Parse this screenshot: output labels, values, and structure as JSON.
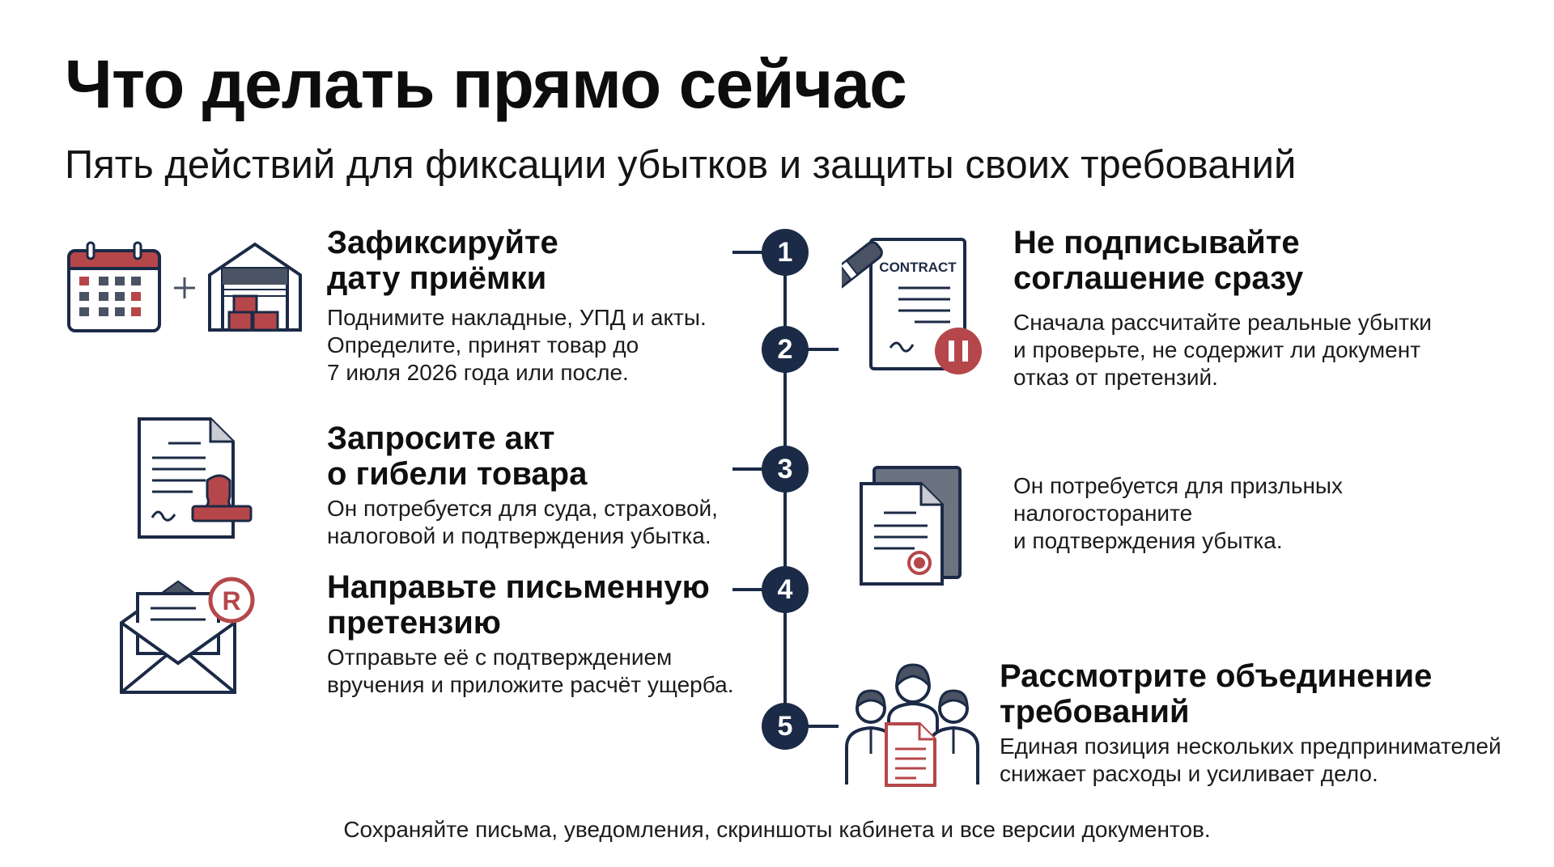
{
  "header": {
    "title": "Что делать прямо сейчас",
    "subtitle": "Пять действий для фиксации убытков и защиты своих требований"
  },
  "steps": [
    {
      "number": "1",
      "title": "Зафиксируйте\nдату приёмки",
      "description": "Поднимите накладные, УПД и акты.\nОпределите, принят товар до\n7 июля 2026 года или после."
    },
    {
      "number": "2",
      "title": "Не подписывайте\nсоглашение сразу",
      "description": "Сначала рассчитайте реальные убытки\nи проверьте, не содержит ли документ\nотказ от претензий."
    },
    {
      "number": "3",
      "title": "Запросите акт\nо гибели товара",
      "description": "Он потребуется для суда, страховой,\nналоговой и подтверждения убытка.",
      "side_text": "Он потребуется для призльных\nналогостoраните\nи подтверждения убытка."
    },
    {
      "number": "4",
      "title": "Направьте письменную\nпретензию",
      "description": "Отправьте её с подтверждением\nвручения и приложите расчёт ущерба."
    },
    {
      "number": "5",
      "title": "Рассмотрите объединение\nтребований",
      "description": "Единая позиция нескольких предпринимателей\nснижает расходы и усиливает дело."
    }
  ],
  "icons": {
    "step1": [
      "calendar-icon",
      "plus-icon",
      "warehouse-icon"
    ],
    "step2": [
      "contract-pen-icon",
      "pause-icon"
    ],
    "step2_contract_label": "CONTRACT",
    "step3": [
      "document-stamp-icon",
      "document-seal-icon"
    ],
    "step4": [
      "registered-letter-icon"
    ],
    "step4_badge": "R",
    "step5": [
      "group-people-icon",
      "document-icon"
    ]
  },
  "colors": {
    "circle": "#1b2a46",
    "line": "#1b2a46",
    "accent": "#b5474a",
    "text": "#111111"
  },
  "footer": {
    "note": "Сохраняйте письма, уведомления, скриншоты кабинета и все версии документов."
  }
}
